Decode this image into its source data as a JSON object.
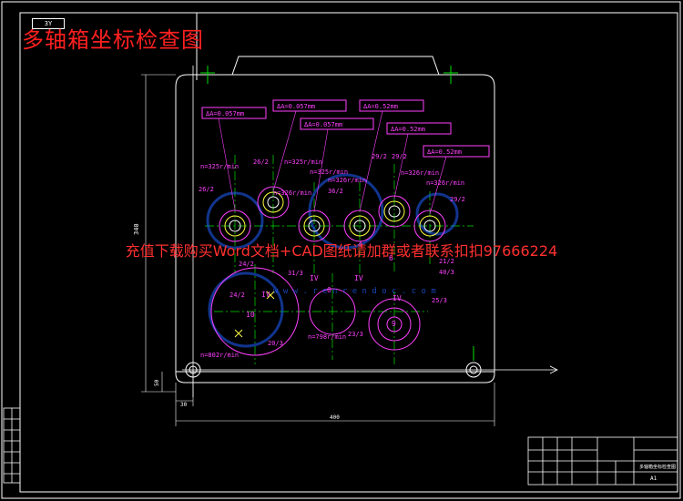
{
  "drawing": {
    "title": "多轴箱坐标检查图",
    "small_tag": "3Y",
    "watermark": "充值下载购买Word文档+CAD图纸请加群或者联系扣扣97666224",
    "faint_site_text": "w w w . r e n r e n d o c . c o m"
  },
  "tolerances": [
    "ΔA=0.057mm",
    "ΔA=0.057mm",
    "ΔA=0.057mm",
    "ΔA=0.52mm",
    "ΔA=0.52mm",
    "ΔA=0.52mm"
  ],
  "speeds": [
    "n=325r/min",
    "n=325r/min",
    "n=325r/min",
    "n=326r/min",
    "n=326r/min",
    "n=326r/min",
    "n=326r/min",
    "n=798r/min",
    "n=802r/min"
  ],
  "gear_labels": [
    "26/2",
    "26/2",
    "36/2",
    "29/2",
    "29/2",
    "29/2",
    "24/2",
    "24/2",
    "31/3",
    "21/2",
    "40/3",
    "25/3",
    "23/3",
    "20/3"
  ],
  "axis_numbers": [
    "10",
    "0",
    "6",
    "4",
    "9"
  ],
  "roman_marks": [
    "IV",
    "IV",
    "IV",
    "IV"
  ],
  "dimensions": {
    "width": "400",
    "height": "340",
    "offset_x": "30",
    "offset_y": "50"
  },
  "title_block": {
    "name_cell": "多轴箱坐标检查图",
    "scale": "A1"
  },
  "colors": {
    "frame": "#ffffff",
    "magenta": "#ff40ff",
    "green": "#00e000",
    "blue": "#2060ff",
    "red": "#ff2020",
    "yellow": "#ffff40"
  }
}
